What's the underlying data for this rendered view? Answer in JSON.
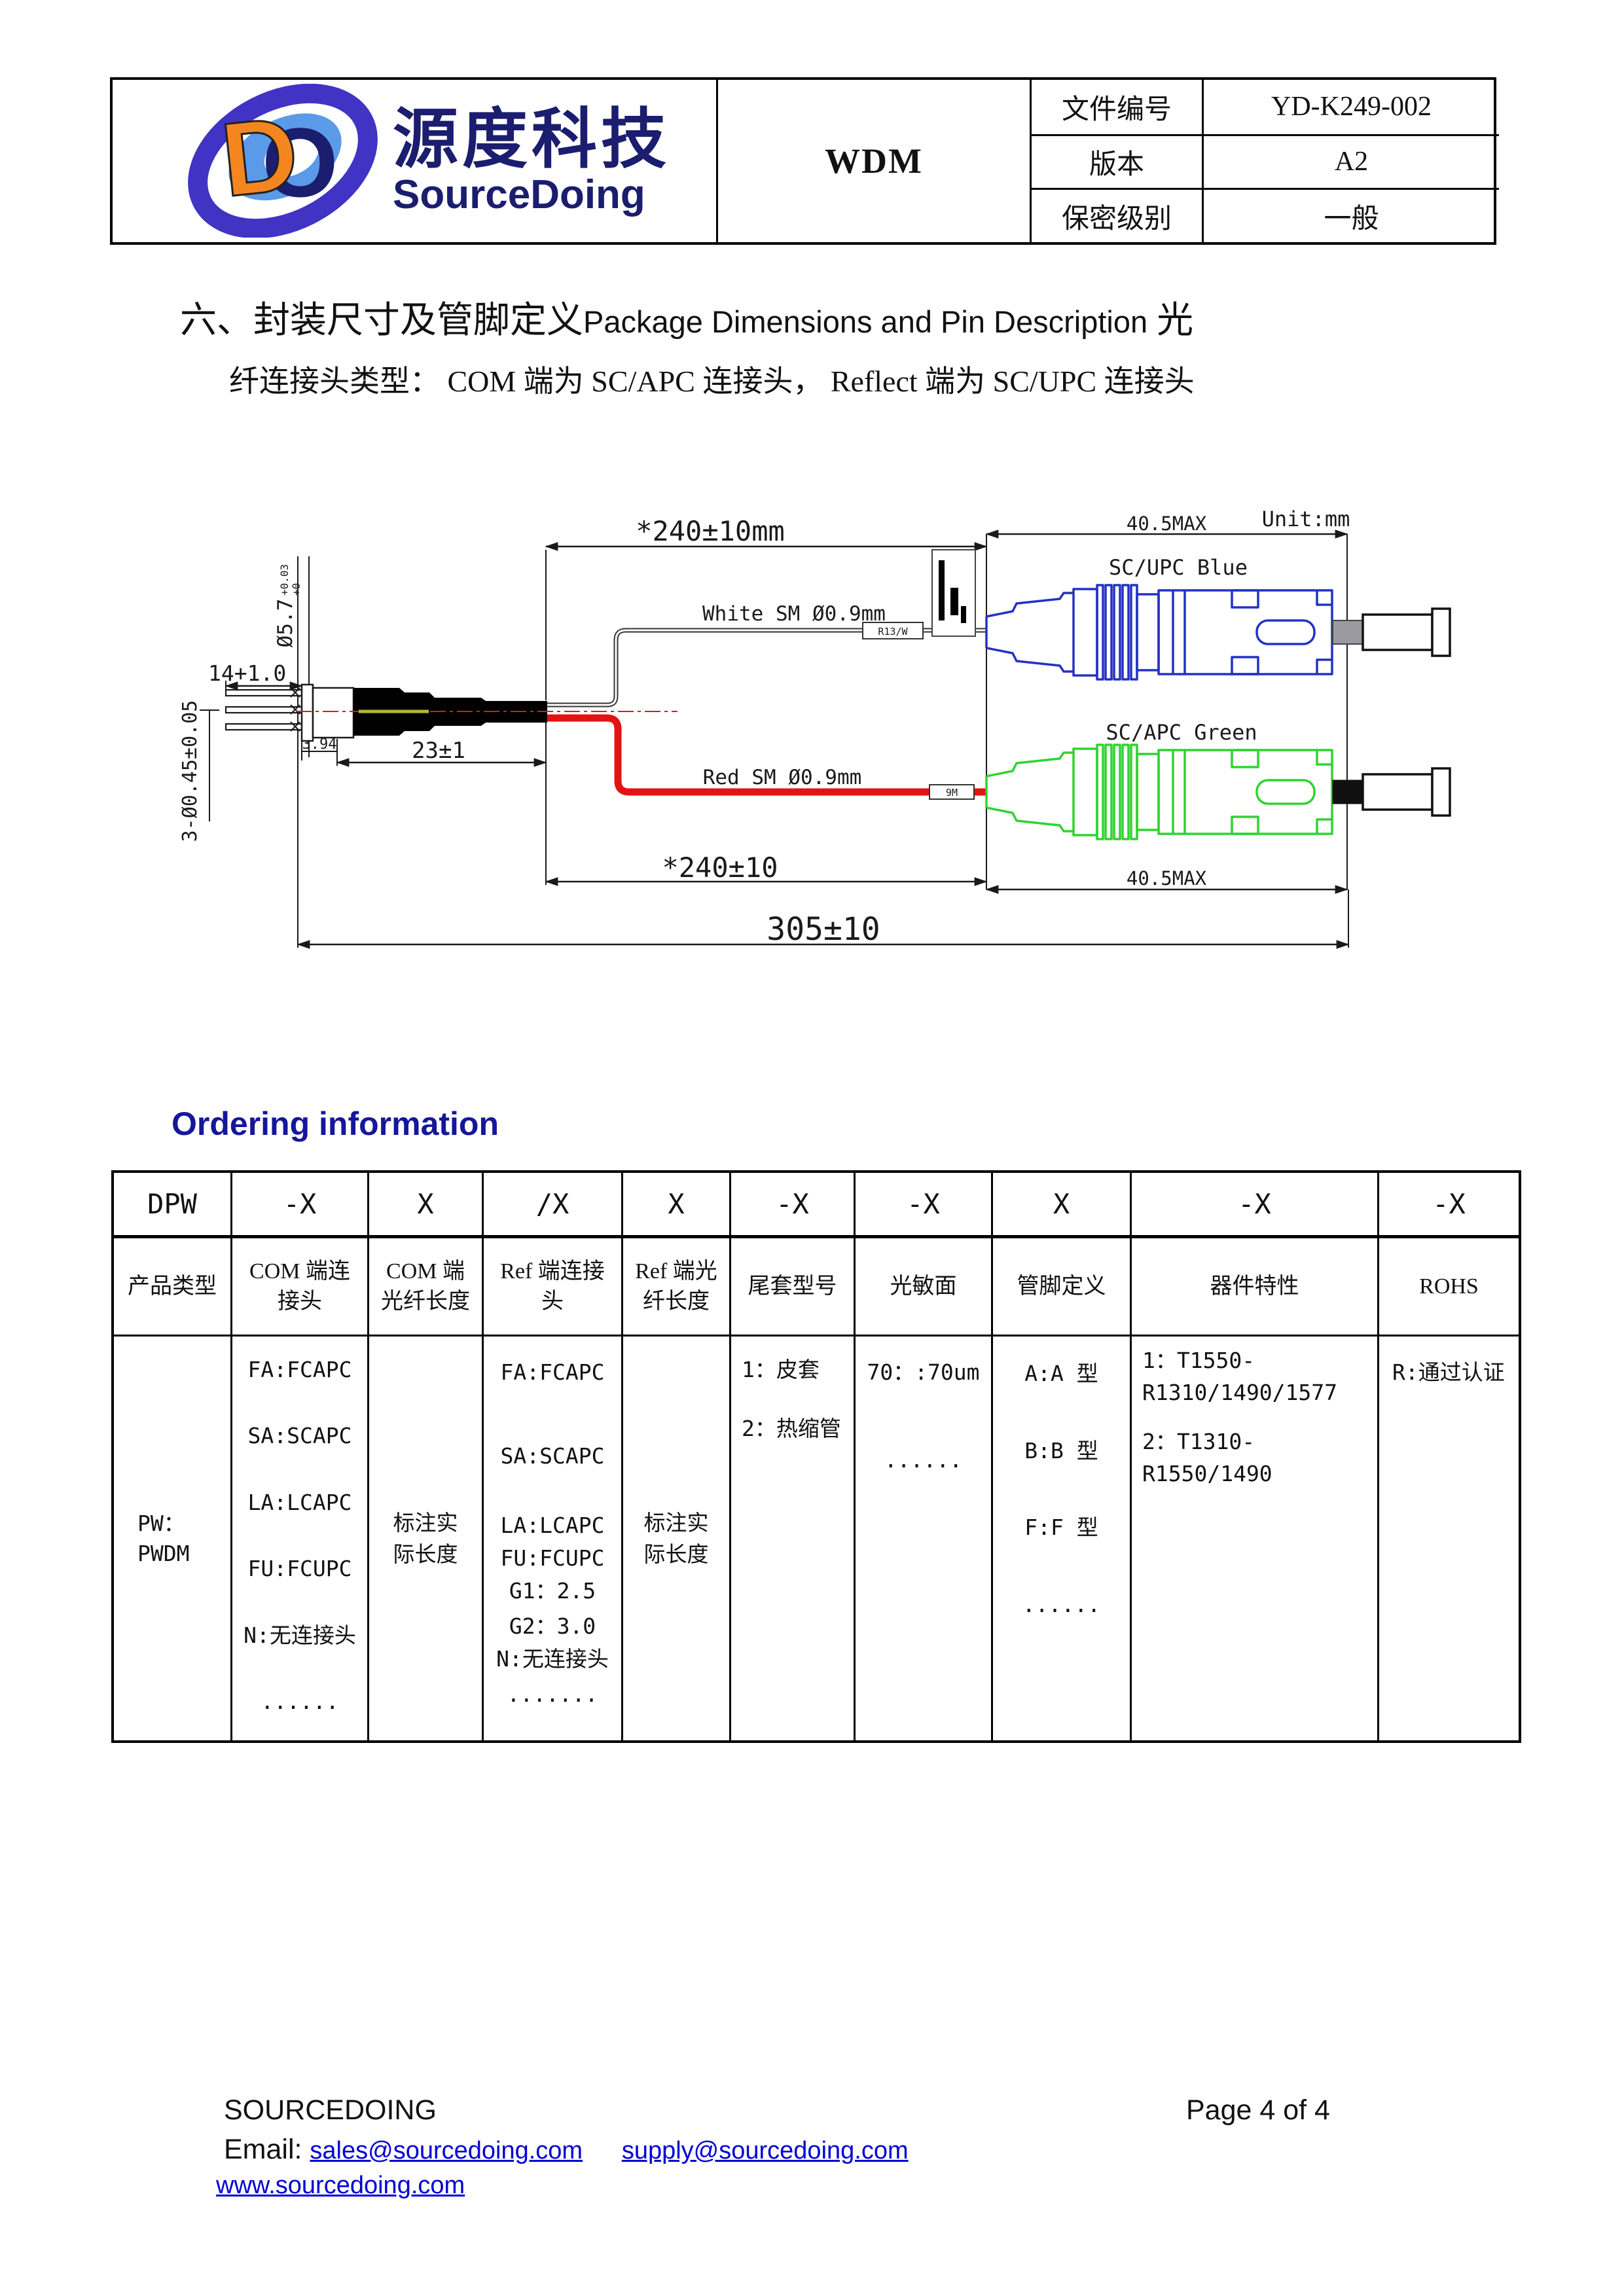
{
  "colors": {
    "brand_navy": "#1b1d6e",
    "heading_blue": "#16169a",
    "link_blue": "#0000d6",
    "fiber_red": "#e31313",
    "connector_blue": "#2431c5",
    "connector_green": "#2fd42f",
    "ferrule_grey": "#9a9aa0",
    "logo_orange": "#f5861f",
    "logo_violet": "#4133c4",
    "logo_lightblue": "#5b9ae8"
  },
  "header": {
    "logo": {
      "chinese": "源度科技",
      "english": "SourceDoing"
    },
    "product": "WDM",
    "fields": [
      {
        "label": "文件编号",
        "value": "YD-K249-002"
      },
      {
        "label": "版本",
        "value": "A2"
      },
      {
        "label": "保密级别",
        "value": "一般"
      }
    ]
  },
  "section": {
    "line1_zh": "六、封装尺寸及管脚定义",
    "line1_en": "Package Dimensions and Pin Description",
    "line1_tail": " 光",
    "line2": "纤连接头类型： COM 端为 SC/APC 连接头， Reflect 端为 SC/UPC 连接头"
  },
  "drawing": {
    "unit": "Unit:mm",
    "dim_fiber_top": "*240±10mm",
    "dim_fiber_bottom": "*240±10",
    "dim_connector_top": "40.5MAX",
    "dim_connector_bottom": "40.5MAX",
    "dim_total": "305±10",
    "dim_boot": "23±1",
    "dim_flange": "3.94",
    "dim_pin_length": "14+1.0",
    "dim_can_dia": "Ø5.7",
    "dim_can_tol_up": "+0.03",
    "dim_can_tol_dn": "+0",
    "dim_pin_dia": "3-Ø0.45±0.05",
    "label_white_fiber": "White SM Ø0.9mm",
    "label_red_fiber": "Red SM Ø0.9mm",
    "label_blue_connector": "SC/UPC Blue",
    "label_green_connector": "SC/APC Green",
    "white_cable_tag": "R13/W",
    "red_cable_tag": "9M"
  },
  "ordering": {
    "title": "Ordering information",
    "codes": [
      "DPW",
      "-X",
      "X",
      "/X",
      "X",
      "-X",
      "-X",
      "X",
      "-X",
      "-X"
    ],
    "headers": [
      "产品类型",
      "COM 端连接头",
      "COM 端光纤长度",
      "Ref 端连接头",
      "Ref 端光纤长度",
      "尾套型号",
      "光敏面",
      "管脚定义",
      "器件特性",
      "ROHS"
    ],
    "body": {
      "product_type": [
        "PW：",
        "PWDM"
      ],
      "com_connector": [
        "FA:FCAPC",
        "SA:SCAPC",
        "LA:LCAPC",
        "FU:FCUPC",
        "N:无连接头",
        "......"
      ],
      "com_fiber_length": "标注实际长度",
      "ref_connector": [
        "FA:FCAPC",
        "SA:SCAPC",
        "LA:LCAPC",
        "FU:FCUPC",
        "G1：2.5",
        "G2：3.0",
        "N:无连接头",
        "......."
      ],
      "ref_fiber_length": "标注实际长度",
      "tail_sleeve": [
        "1：皮套",
        "2：热缩管"
      ],
      "photosensitive": [
        "70：:70um",
        "......"
      ],
      "pin_definition": [
        "A:A 型",
        "B:B 型",
        "F:F 型",
        "......"
      ],
      "device_features": [
        "1：T1550-R1310/1490/1577",
        "2：T1310-R1550/1490"
      ],
      "rohs": [
        "R:通过认证"
      ]
    }
  },
  "footer": {
    "company": "SOURCEDOING",
    "page": "Page 4 of 4",
    "email_label": "Email:",
    "emails": [
      "sales@sourcedoing.com",
      "supply@sourcedoing.com"
    ],
    "website": "www.sourcedoing.com"
  }
}
